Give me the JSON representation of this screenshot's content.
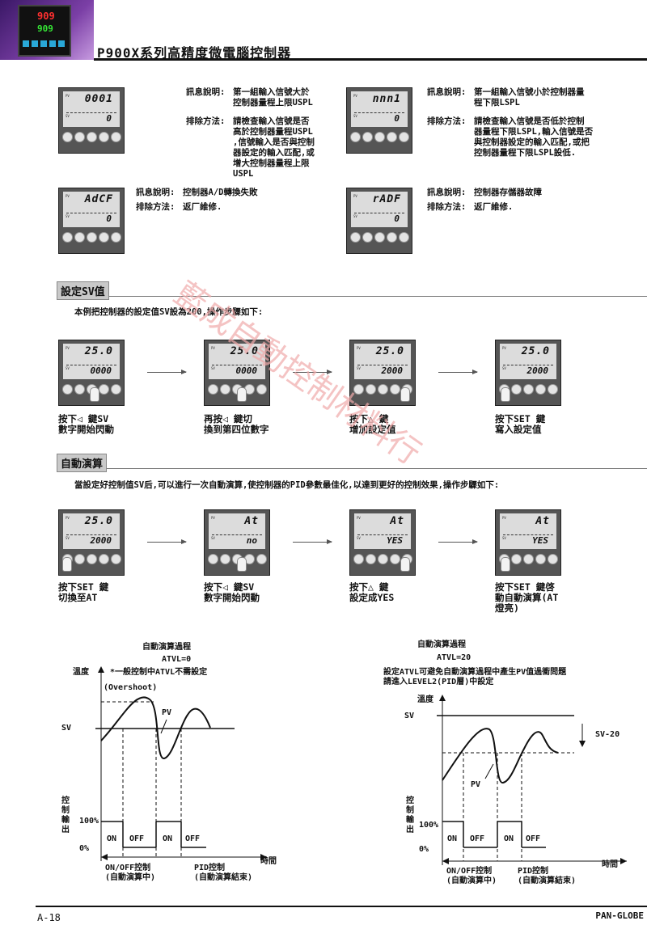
{
  "header": {
    "title": "P900X系列高精度微電腦控制器",
    "device_pv": "909",
    "device_sv": "909"
  },
  "errors": [
    {
      "pv": "0001",
      "sv": "0",
      "info_label": "訊息說明:",
      "info": "第一組輸入信號大於\n控制器量程上限USPL",
      "fix_label": "排除方法:",
      "fix": "請檢查輸入信號是否\n高於控制器量程USPL\n,信號輸入是否與控制\n器設定的輸入匹配,或\n增大控制器量程上限\nUSPL"
    },
    {
      "pv": "nnn1",
      "sv": "0",
      "info_label": "訊息說明:",
      "info": "第一組輸入信號小於控制器量\n程下限LSPL",
      "fix_label": "排除方法:",
      "fix": "請檢查輸入信號是否低於控制\n器量程下限LSPL,輸入信號是否\n與控制器設定的輸入匹配,或把\n控制器量程下限LSPL設低."
    },
    {
      "pv": "AdCF",
      "sv": "0",
      "info_label": "訊息說明:",
      "info": "控制器A/D轉換失敗",
      "fix_label": "排除方法:",
      "fix": "返厂維修."
    },
    {
      "pv": "rADF",
      "sv": "0",
      "info_label": "訊息說明:",
      "info": "控制器存儲器故障",
      "fix_label": "排除方法:",
      "fix": "返厂維修."
    }
  ],
  "section_sv": {
    "title": "設定SV值",
    "intro": "本例把控制器的設定值SV設為200,操作步驟如下:",
    "steps": [
      {
        "pv": "25.0",
        "sv": "0000",
        "caption": "按下◁ 鍵SV\n數字開始閃動"
      },
      {
        "pv": "25.0",
        "sv": "0000",
        "caption": "再按◁ 鍵切\n換到第四位數字"
      },
      {
        "pv": "25.0",
        "sv": "2000",
        "caption": "按下△ 鍵\n增加設定值"
      },
      {
        "pv": "25.0",
        "sv": "2000",
        "caption": "按下SET 鍵\n寫入設定值"
      }
    ]
  },
  "section_at": {
    "title": "自動演算",
    "intro": "當設定好控制值SV后,可以進行一次自動演算,使控制器的PID參數最佳化,以達到更好的控制效果,操作步驟如下:",
    "steps": [
      {
        "pv": "25.0",
        "sv": "2000",
        "caption": "按下SET 鍵\n切換至AT"
      },
      {
        "pv": "At",
        "sv": "no",
        "caption": "按下◁ 鍵SV\n數字開始閃動"
      },
      {
        "pv": "At",
        "sv": "YES",
        "caption": "按下△ 鍵\n設定成YES"
      },
      {
        "pv": "At",
        "sv": "YES",
        "caption": "按下SET 鍵啓\n動自動演算(AT\n燈亮)"
      }
    ]
  },
  "graph_left": {
    "title": "自動演算過程",
    "atvl": "ATVL=0",
    "ylabel": "溫度",
    "note": "*一般控制中ATVL不需設定",
    "overshoot": "(Overshoot)",
    "sv": "SV",
    "pv": "PV",
    "out_label": "控\n制\n輸\n出",
    "p100": "100%",
    "p0": "0%",
    "states": [
      "ON",
      "OFF",
      "ON",
      "OFF"
    ],
    "onoff": "ON/OFF控制\n(自動演算中)",
    "pid": "PID控制\n(自動演算結束)",
    "time": "時間"
  },
  "graph_right": {
    "title": "自動演算過程",
    "atvl": "ATVL=20",
    "note": "設定ATVL可避免自動演算過程中產生PV值過衝問題\n請進入LEVEL2(PID層)中設定",
    "ylabel": "溫度",
    "sv": "SV",
    "sv20": "SV-20",
    "pv": "PV",
    "out_label": "控\n制\n輸\n出",
    "p100": "100%",
    "p0": "0%",
    "states": [
      "ON",
      "OFF",
      "ON",
      "OFF"
    ],
    "onoff": "ON/OFF控制\n(自動演算中)",
    "pid": "PID控制\n(自動演算結束)",
    "time": "時間"
  },
  "watermark": "藍成自動控制材料行",
  "footer": {
    "page": "A-18",
    "brand": "PAN-GLOBE"
  }
}
